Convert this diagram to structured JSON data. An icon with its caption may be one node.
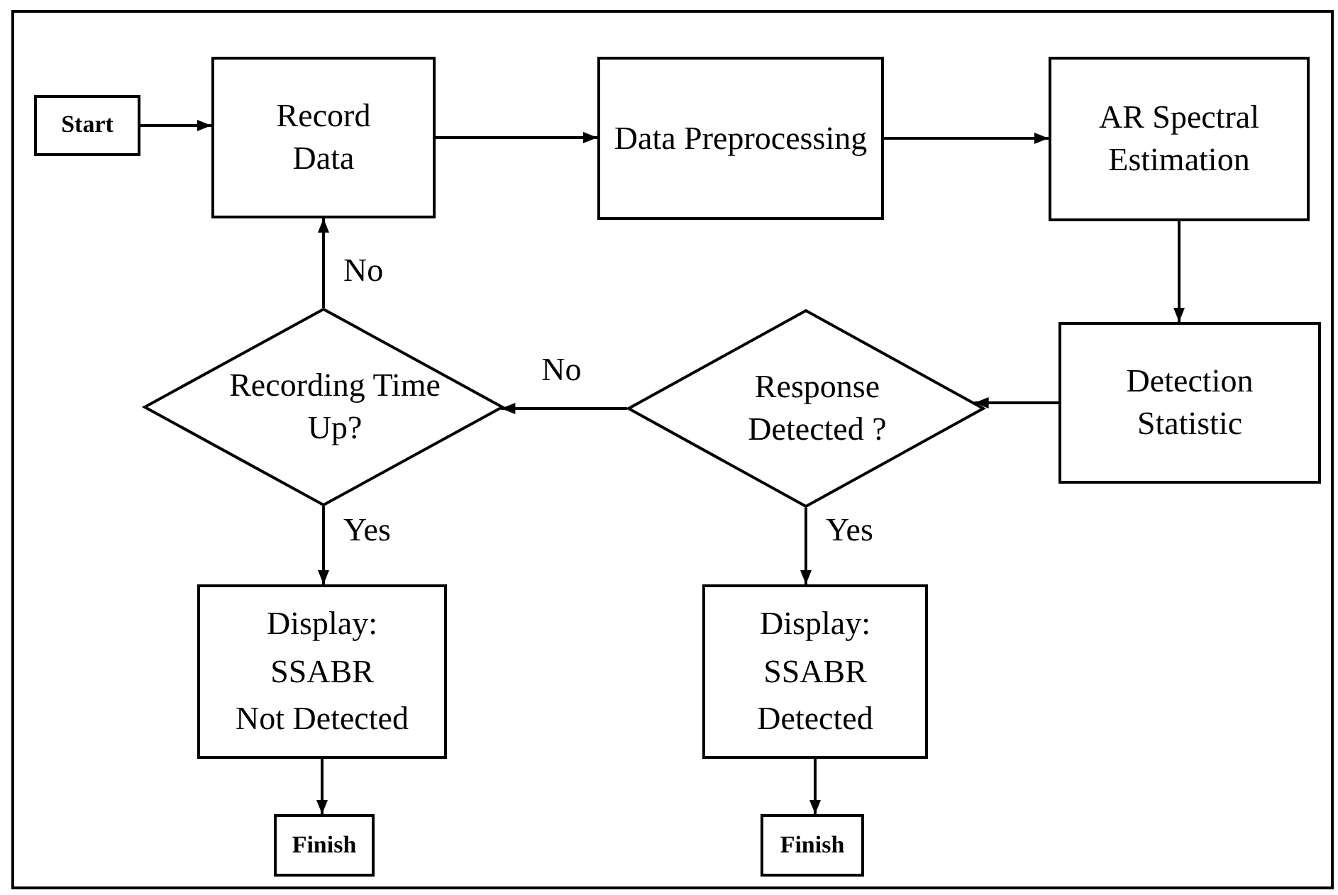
{
  "diagram": {
    "nodes": [
      {
        "text": [
          "Start"
        ]
      },
      {
        "text": [
          "Record Data"
        ]
      },
      {
        "text": [
          "Data Preprocessing"
        ]
      },
      {
        "text": [
          "AR Spectral Estimation"
        ]
      },
      {
        "text": [
          "Detection Statistic"
        ]
      },
      {
        "text": [
          "Response Detected ?"
        ]
      },
      {
        "text": [
          "Recording Time Up?"
        ]
      },
      {
        "text": [
          "Display:",
          "SSABR",
          "Not Detected"
        ]
      },
      {
        "text": [
          "Display:",
          "SSABR",
          "Detected"
        ]
      },
      {
        "text": [
          "Finish"
        ]
      },
      {
        "text": [
          "Finish"
        ]
      }
    ],
    "edges": [
      {
        "from": 0,
        "to": 1,
        "arrow": "to"
      },
      {
        "from": 1,
        "to": 2,
        "arrow": "to"
      },
      {
        "from": 2,
        "to": 3,
        "arrow": "to"
      },
      {
        "from": 3,
        "to": 4,
        "arrow": "to"
      },
      {
        "from": 4,
        "to": 5,
        "arrow": "to"
      },
      {
        "from": 5,
        "to": 6,
        "label": "No",
        "arrow": "to"
      },
      {
        "from": 6,
        "to": 1,
        "label": "No",
        "arrow": "to"
      },
      {
        "from": 6,
        "to": 7,
        "label": "Yes",
        "arrow": "to"
      },
      {
        "from": 5,
        "to": 8,
        "label": "Yes",
        "arrow": "to"
      },
      {
        "from": 7,
        "to": 9,
        "arrow": "to"
      },
      {
        "from": 8,
        "to": 10,
        "arrow": "to"
      }
    ]
  }
}
